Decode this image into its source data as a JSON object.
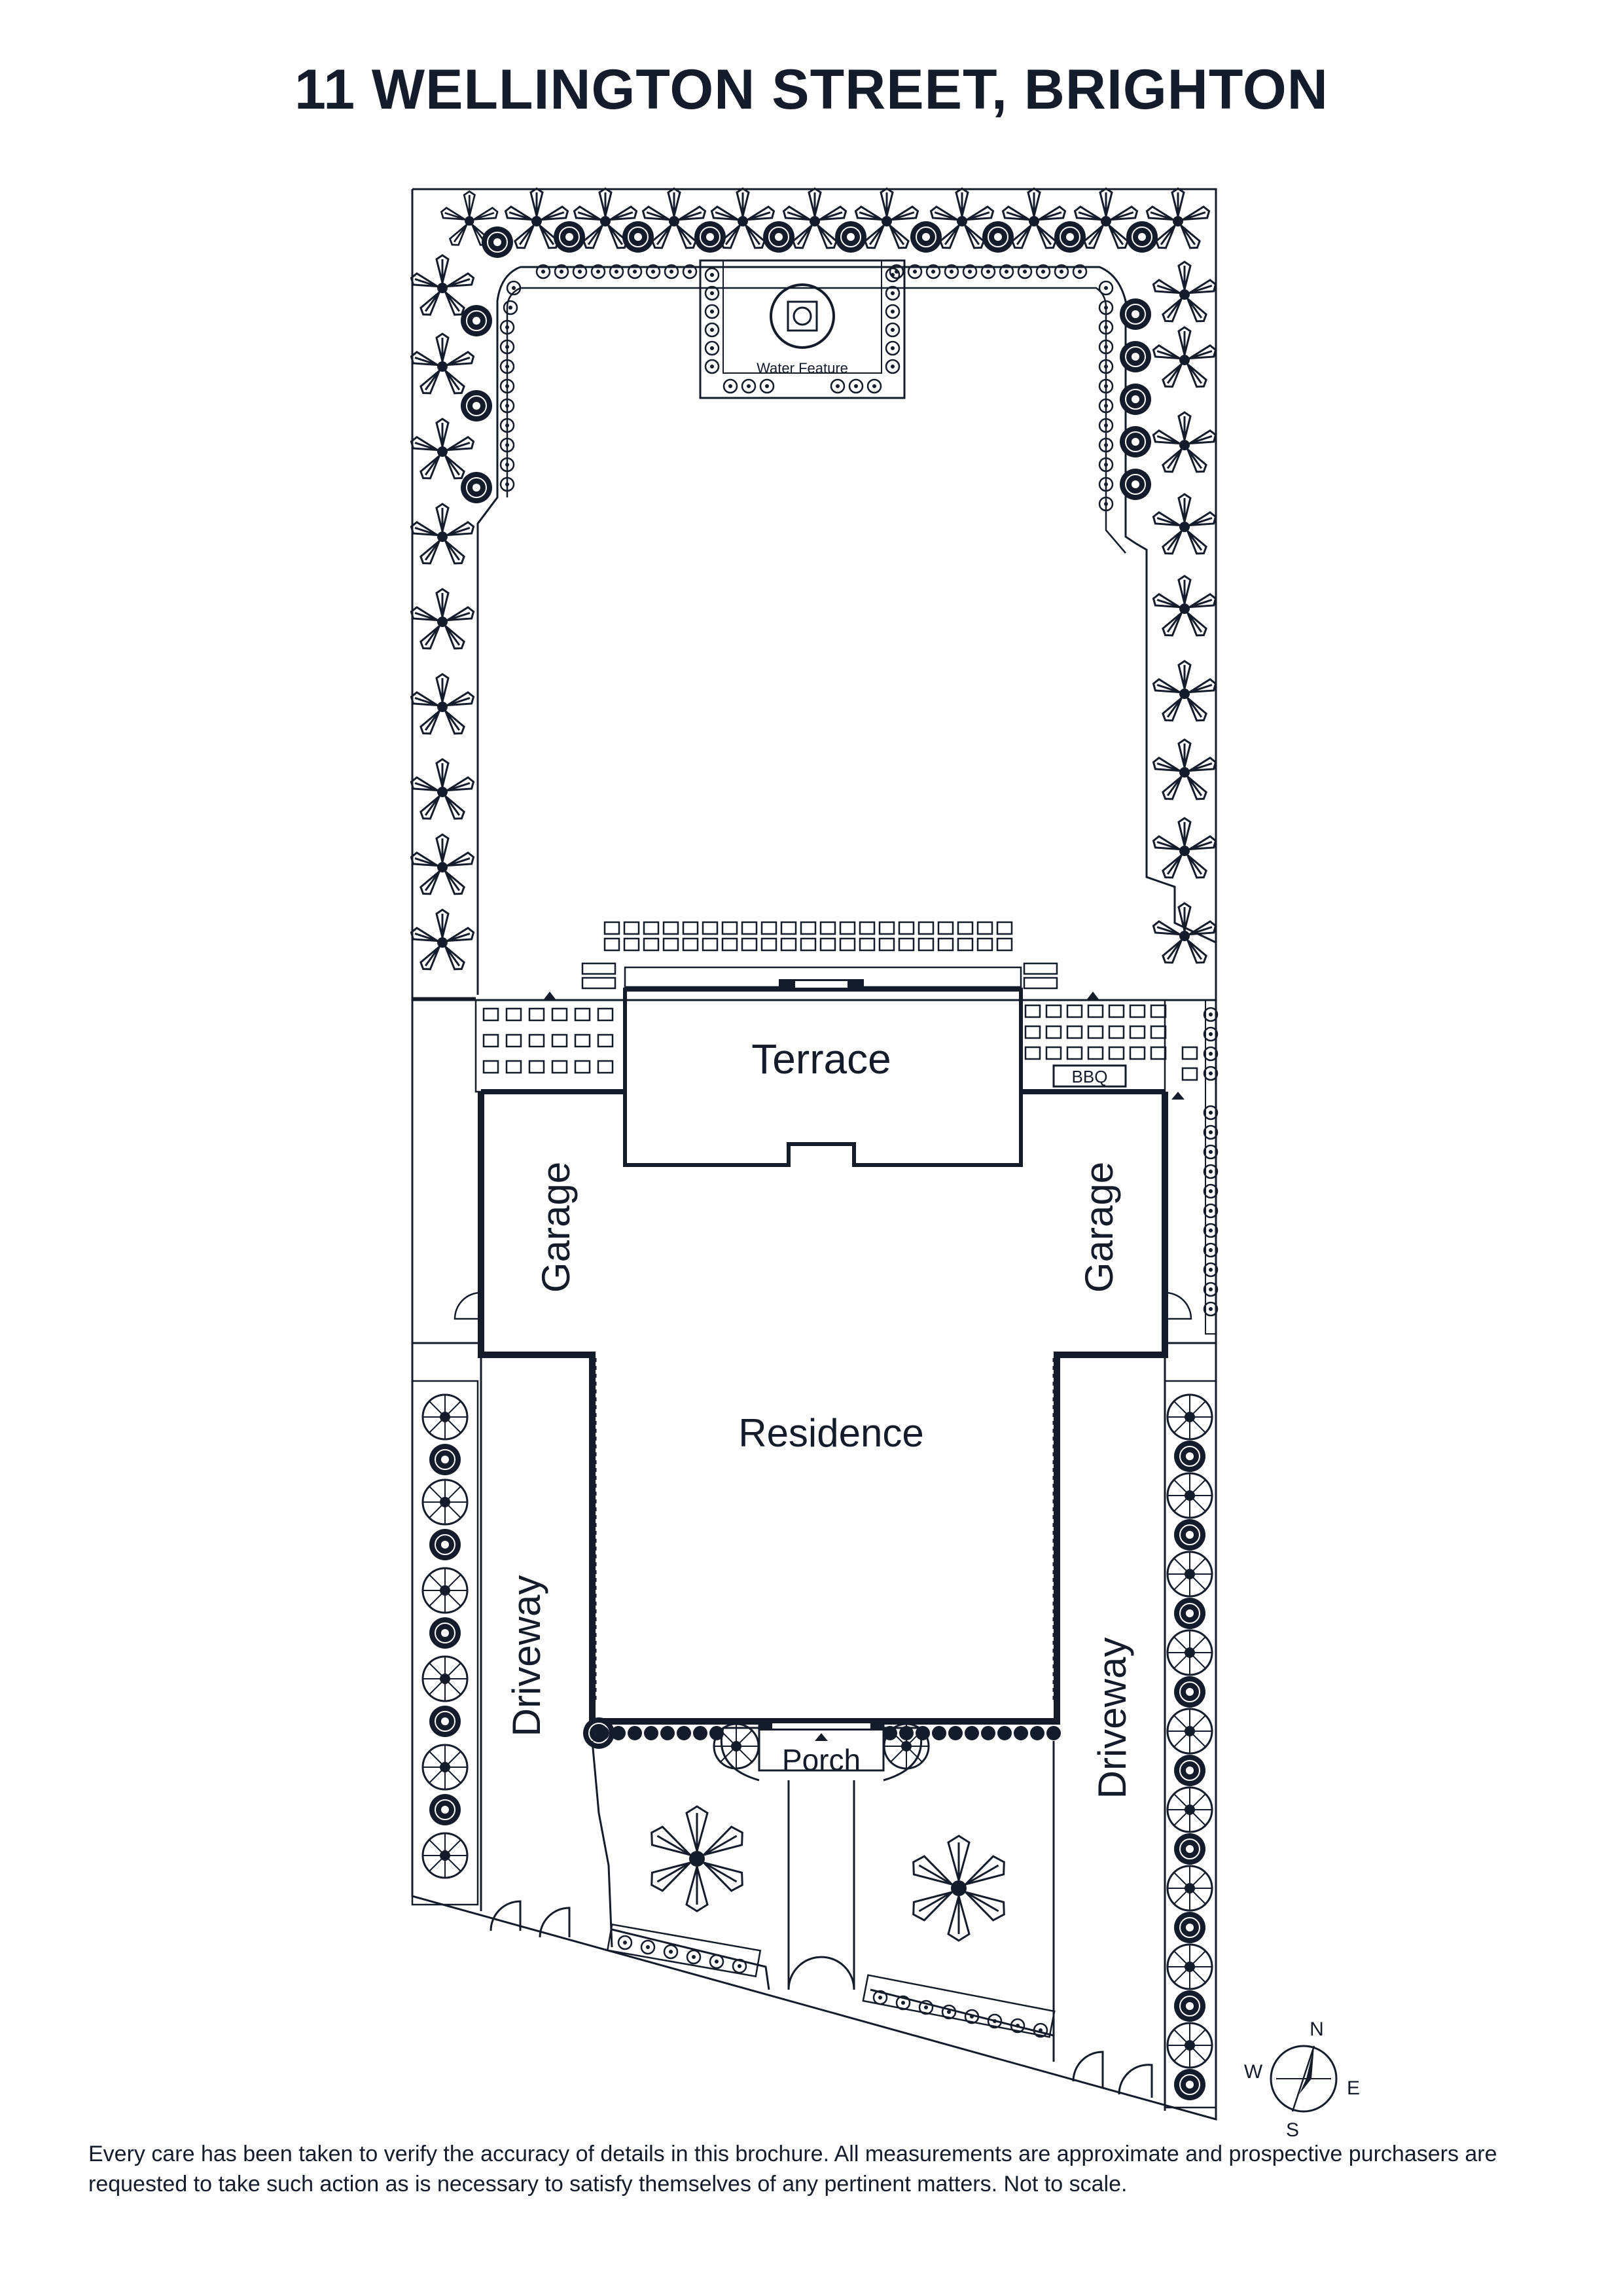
{
  "title": "11 WELLINGTON STREET, BRIGHTON",
  "labels": {
    "water_feature": "Water Feature",
    "terrace": "Terrace",
    "bbq": "BBQ",
    "garage_left": "Garage",
    "garage_right": "Garage",
    "residence": "Residence",
    "driveway_left": "Driveway",
    "driveway_right": "Driveway",
    "porch": "Porch"
  },
  "compass": {
    "n": "N",
    "e": "E",
    "s": "S",
    "w": "W"
  },
  "disclaimer": "Every care has been taken to verify the accuracy of details in this brochure. All measurements are approximate and prospective purchasers are requested to take such action as is necessary to satisfy themselves of any pertinent matters. Not to scale.",
  "colors": {
    "ink": "#141c2b",
    "background": "#ffffff"
  }
}
